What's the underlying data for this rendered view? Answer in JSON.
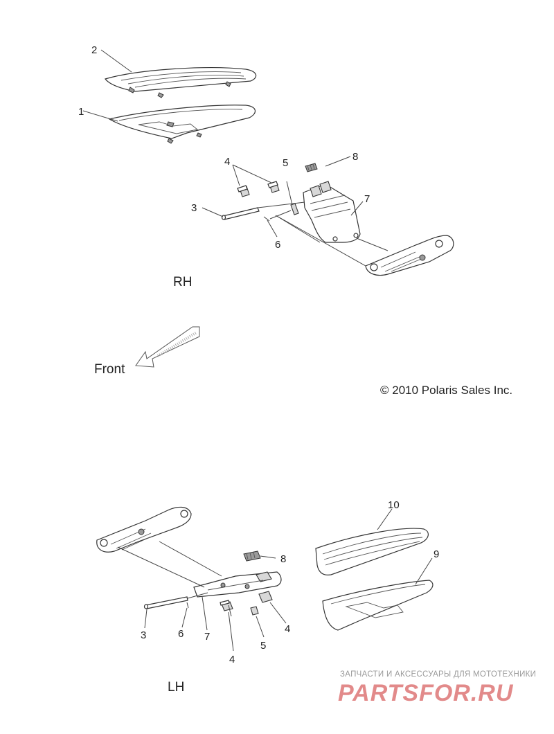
{
  "rh": {
    "side_label": "RH",
    "callouts": [
      "1",
      "2",
      "3",
      "4",
      "5",
      "6",
      "7",
      "8"
    ]
  },
  "lh": {
    "side_label": "LH",
    "callouts": [
      "3",
      "4",
      "4",
      "5",
      "6",
      "7",
      "8",
      "9",
      "10"
    ]
  },
  "front_label": "Front",
  "copyright": "© 2010 Polaris Sales Inc.",
  "watermark": {
    "tagline": "ЗАПЧАСТИ И АКСЕССУАРЫ ДЛЯ МОТОТЕХНИКИ",
    "logo": "PARTSFOR.RU"
  }
}
